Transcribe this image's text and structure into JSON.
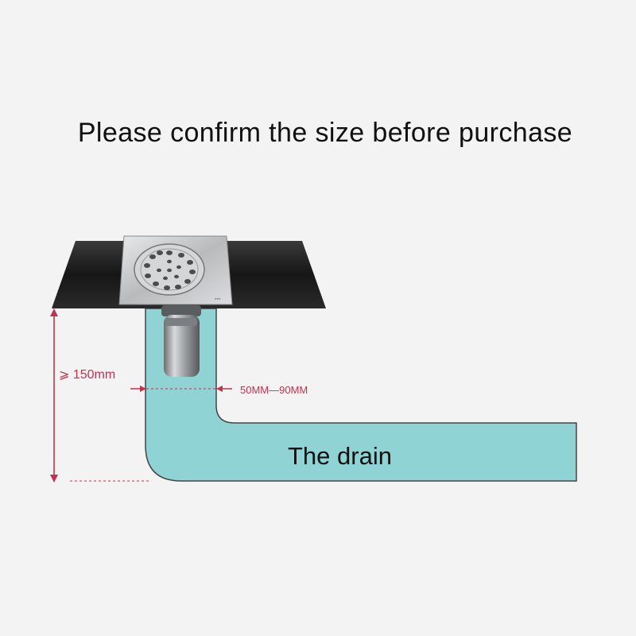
{
  "heading": "Please confirm the size before purchase",
  "labels": {
    "height": "⩾ 150mm",
    "width": "50MM—90MM",
    "drain": "The drain"
  },
  "colors": {
    "background": "#f3f3f3",
    "pipe": "#8fd3d5",
    "tile": "#1c1c1c",
    "measure_line": "#c0334f",
    "steel": "#c9cbcd"
  }
}
